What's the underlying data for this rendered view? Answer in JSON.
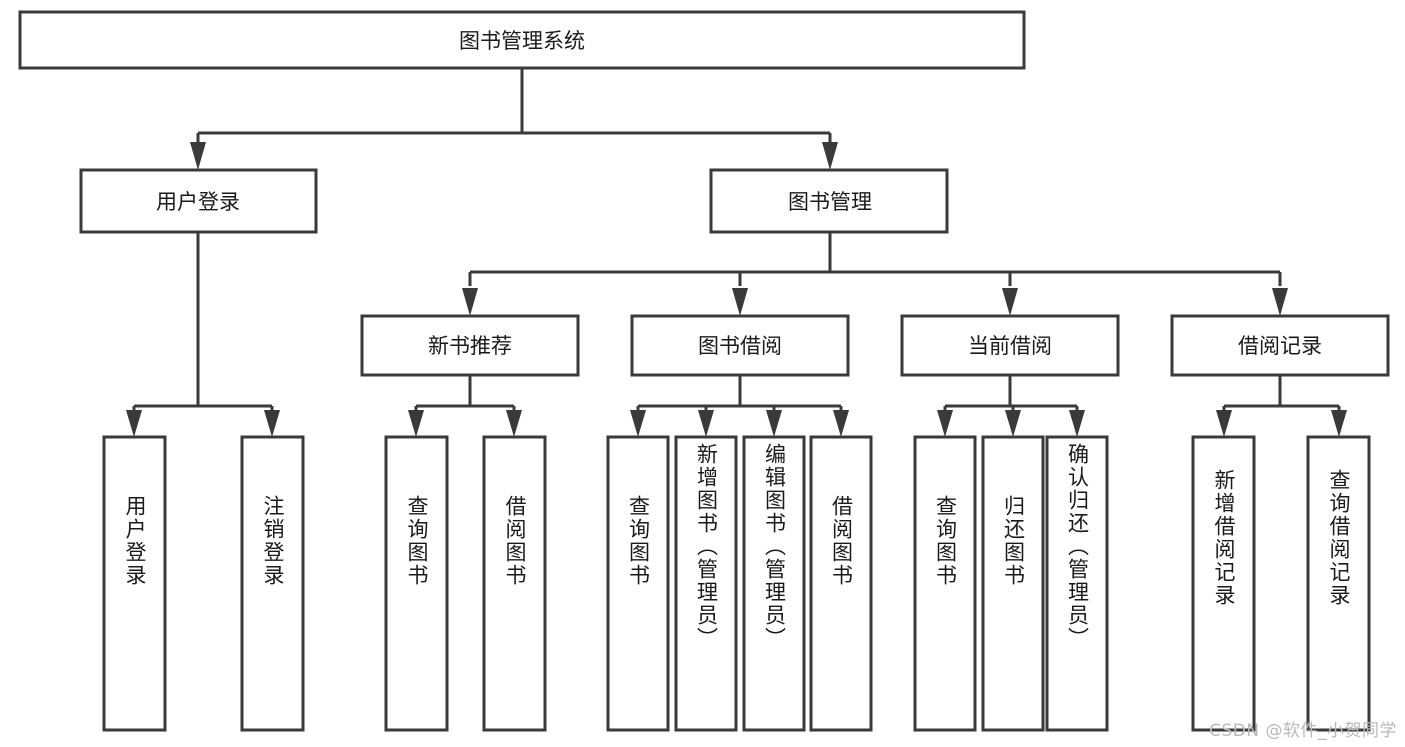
{
  "diagram": {
    "type": "tree-hierarchy-chart",
    "title": "图书管理系统",
    "watermark": "CSDN @软件_小贺同学",
    "colors": {
      "stroke": "#3a3a3a",
      "fill": "#ffffff",
      "text": "#1a1a1a",
      "watermark": "#b9b9b9"
    },
    "levels": {
      "root": {
        "label": "图书管理系统"
      },
      "level2": [
        {
          "label": "用户登录"
        },
        {
          "label": "图书管理"
        }
      ],
      "level3": [
        {
          "label": "新书推荐"
        },
        {
          "label": "图书借阅"
        },
        {
          "label": "当前借阅"
        },
        {
          "label": "借阅记录"
        }
      ],
      "leaves": [
        {
          "label": "用户登录",
          "parent": "用户登录"
        },
        {
          "label": "注销登录",
          "parent": "用户登录"
        },
        {
          "label": "查询图书",
          "parent": "新书推荐"
        },
        {
          "label": "借阅图书",
          "parent": "新书推荐"
        },
        {
          "label": "查询图书",
          "parent": "图书借阅"
        },
        {
          "label": "新增图书（管理员）",
          "parent": "图书借阅"
        },
        {
          "label": "编辑图书（管理员）",
          "parent": "图书借阅"
        },
        {
          "label": "借阅图书",
          "parent": "图书借阅"
        },
        {
          "label": "查询图书",
          "parent": "当前借阅"
        },
        {
          "label": "归还图书",
          "parent": "当前借阅"
        },
        {
          "label": "确认归还（管理员）",
          "parent": "当前借阅"
        },
        {
          "label": "新增借阅记录",
          "parent": "借阅记录"
        },
        {
          "label": "查询借阅记录",
          "parent": "借阅记录"
        }
      ]
    }
  }
}
